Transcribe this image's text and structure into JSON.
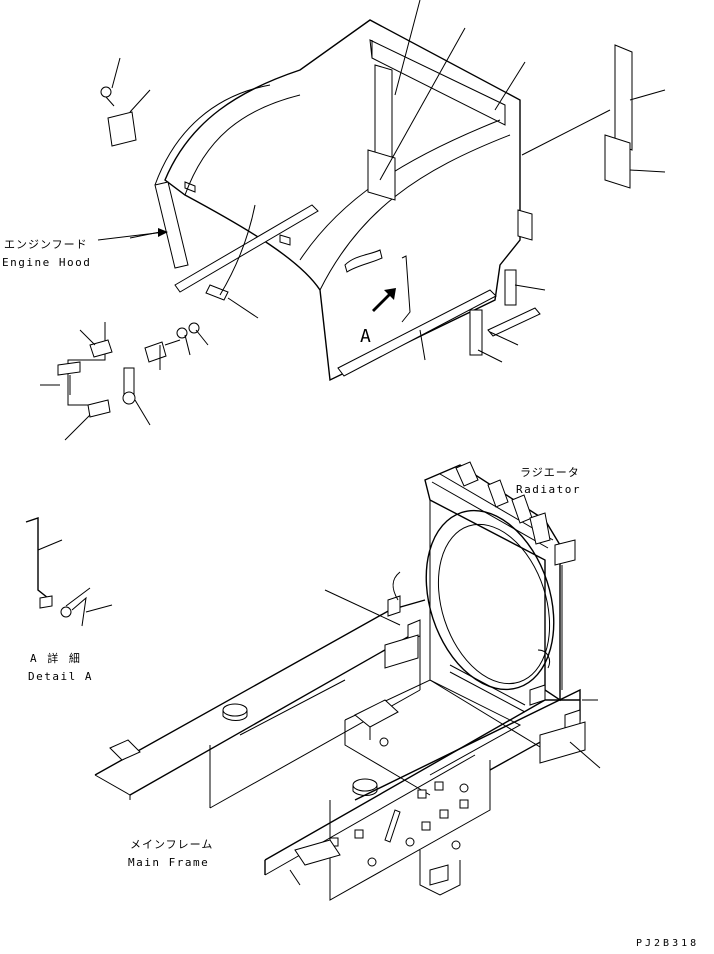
{
  "labels": {
    "engine_hood_jp": "エンジンフード",
    "engine_hood_en": "Engine Hood",
    "radiator_jp": "ラジエータ",
    "radiator_en": "Radiator",
    "detail_a_jp": "A 詳 細",
    "detail_a_en": "Detail A",
    "main_frame_jp": "メインフレーム",
    "main_frame_en": "Main Frame",
    "view_arrow": "A",
    "drawing_code": "PJ2B318"
  }
}
